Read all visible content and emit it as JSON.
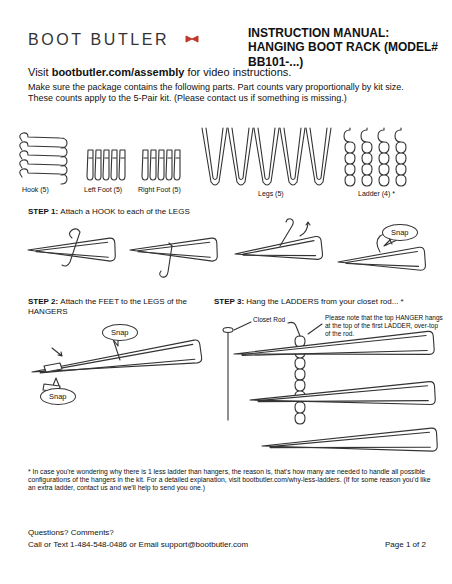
{
  "diagram": {
    "title": "INSTRUCTION MANUAL: HANGING BOOT RACK (MODEL# BB101-...)",
    "nodes": [
      {
        "text": [
          "Snap"
        ]
      },
      {
        "text": [
          "Snap"
        ]
      },
      {
        "text": [
          "Snap"
        ]
      }
    ],
    "edges": [],
    "labels": [
      "BOOT BUTLER",
      "Visit",
      "bootbutler.com/assembly",
      "for video instructions.",
      "Make sure the package contains the following parts. Part counts vary proportionally by kit size. These counts apply to the 5-Pair kit. (Please contact us if something is missing.)",
      "Hook (5)",
      "Left Foot (5)",
      "Right Foot (5)",
      "Legs (5)",
      "Ladder (4) *",
      "STEP 1:",
      "Attach a HOOK to each of the LEGS",
      "STEP 2:",
      "Attach the FEET to the LEGS of the HANGERS",
      "STEP 3:",
      "Hang the LADDERS from your closet rod... *",
      "Closet Rod",
      "Please note that the top HANGER hangs at the top of the first LADDER, over-top of the rod.",
      "* In case you're wondering why there is 1 less ladder than hangers, the reason is, that's how many are needed to handle all possible configurations of the hangers in the kit. For a detailed explanation, visit bootbutler.com/why-less-ladders. (If for some reason you'd like an extra ladder, contact us and we'll help to send you one.)",
      "Questions? Comments?",
      "Call or Text 1-484-548-0486 or Email support@bootbutler.com",
      "Page 1 of 2"
    ]
  }
}
